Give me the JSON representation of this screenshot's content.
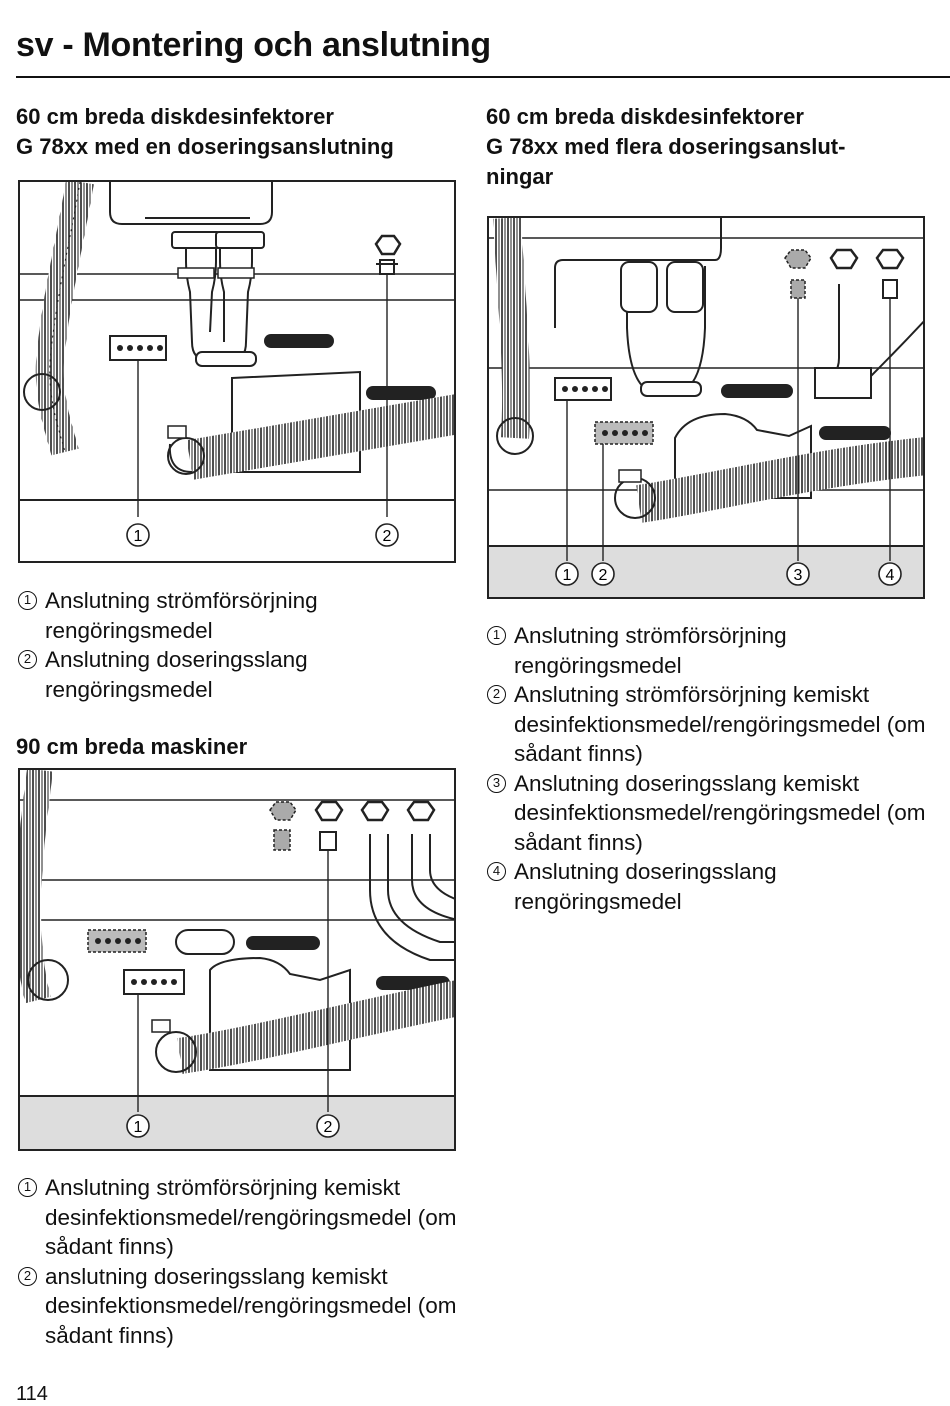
{
  "page_title": "sv - Montering och anslutning",
  "page_number": "114",
  "sections": {
    "single": {
      "heading_line1": "60 cm breda diskdesinfektorer",
      "heading_line2": "G 78xx med en doseringsanslutning",
      "callouts": [
        "1",
        "2"
      ],
      "legend": [
        {
          "num": "1",
          "text": "Anslutning strömförsörjning rengöringsmedel"
        },
        {
          "num": "2",
          "text": "Anslutning doseringsslang rengöringsmedel"
        }
      ]
    },
    "multi": {
      "heading_line1": "60 cm breda diskdesinfektorer",
      "heading_line2": "G 78xx med flera doseringsanslut-",
      "heading_line3": "ningar",
      "callouts": [
        "1",
        "2",
        "3",
        "4"
      ],
      "legend": [
        {
          "num": "1",
          "text": "Anslutning strömförsörjning rengöringsmedel"
        },
        {
          "num": "2",
          "text": "Anslutning strömförsörjning kemiskt desinfektionsmedel/rengöringsmedel (om sådant finns)"
        },
        {
          "num": "3",
          "text": "Anslutning doseringsslang kemiskt desinfektionsmedel/rengöringsmedel (om sådant finns)"
        },
        {
          "num": "4",
          "text": "Anslutning doseringsslang rengöringsmedel"
        }
      ]
    },
    "wide": {
      "heading": "90 cm breda maskiner",
      "callouts": [
        "1",
        "2"
      ],
      "legend": [
        {
          "num": "1",
          "text": "Anslutning strömförsörjning kemiskt desinfektionsmedel/rengöringsmedel (om sådant finns)"
        },
        {
          "num": "2",
          "text": "anslutning doseringsslang kemiskt desinfektionsmedel/rengöringsmedel (om sådant finns)"
        }
      ]
    }
  }
}
